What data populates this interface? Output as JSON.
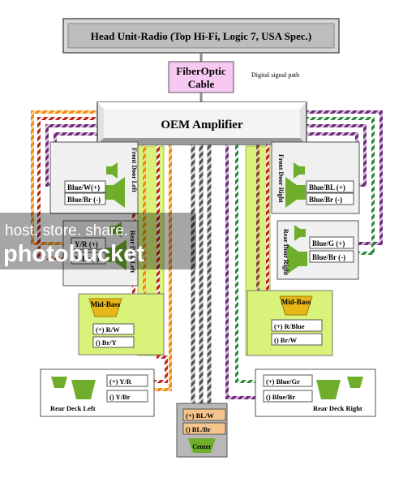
{
  "title": "Head Unit-Radio  (Top Hi-Fi, Logic 7, USA Spec.)",
  "fiber": {
    "line1": "FiberOptic",
    "line2": "Cable",
    "note": "Digital signal path"
  },
  "amplifier": "OEM Amplifier",
  "front_left": {
    "label": "Front Door Left",
    "plus": "Blue/W(+)",
    "minus": "Blue/Br (-)"
  },
  "rear_left": {
    "label": "Rear Door Left",
    "plus": "Y/R (+)",
    "minus": "Y/Br (-)"
  },
  "front_right": {
    "label": "Front Door Right",
    "plus": "Blue/BL (+)",
    "minus": "Blue/Br (-)"
  },
  "rear_right": {
    "label": "Rear Door Right",
    "plus": "Blue/G (+)",
    "minus": "Blue/Br (-)"
  },
  "midbass_left": {
    "label": "Mid-Bass",
    "plus": "(+)  R/W",
    "minus": "()  Br/Y"
  },
  "midbass_right": {
    "label": "Mid-Bass",
    "plus": "(+)  R/Blue",
    "minus": "()  Br/W"
  },
  "rear_deck_left": {
    "label": "Rear Deck Left",
    "plus": "(+)  Y/R",
    "minus": "()  Y/Br"
  },
  "rear_deck_right": {
    "label": "Rear Deck Right",
    "plus": "(+)  Blue/Gr",
    "minus": "()  Blue/Br"
  },
  "center": {
    "label": "Center",
    "plus": "(+)  BL/W",
    "minus": "()  BL/Br"
  },
  "watermark": {
    "line1": "host. store. share.",
    "line2": "photobucket"
  }
}
